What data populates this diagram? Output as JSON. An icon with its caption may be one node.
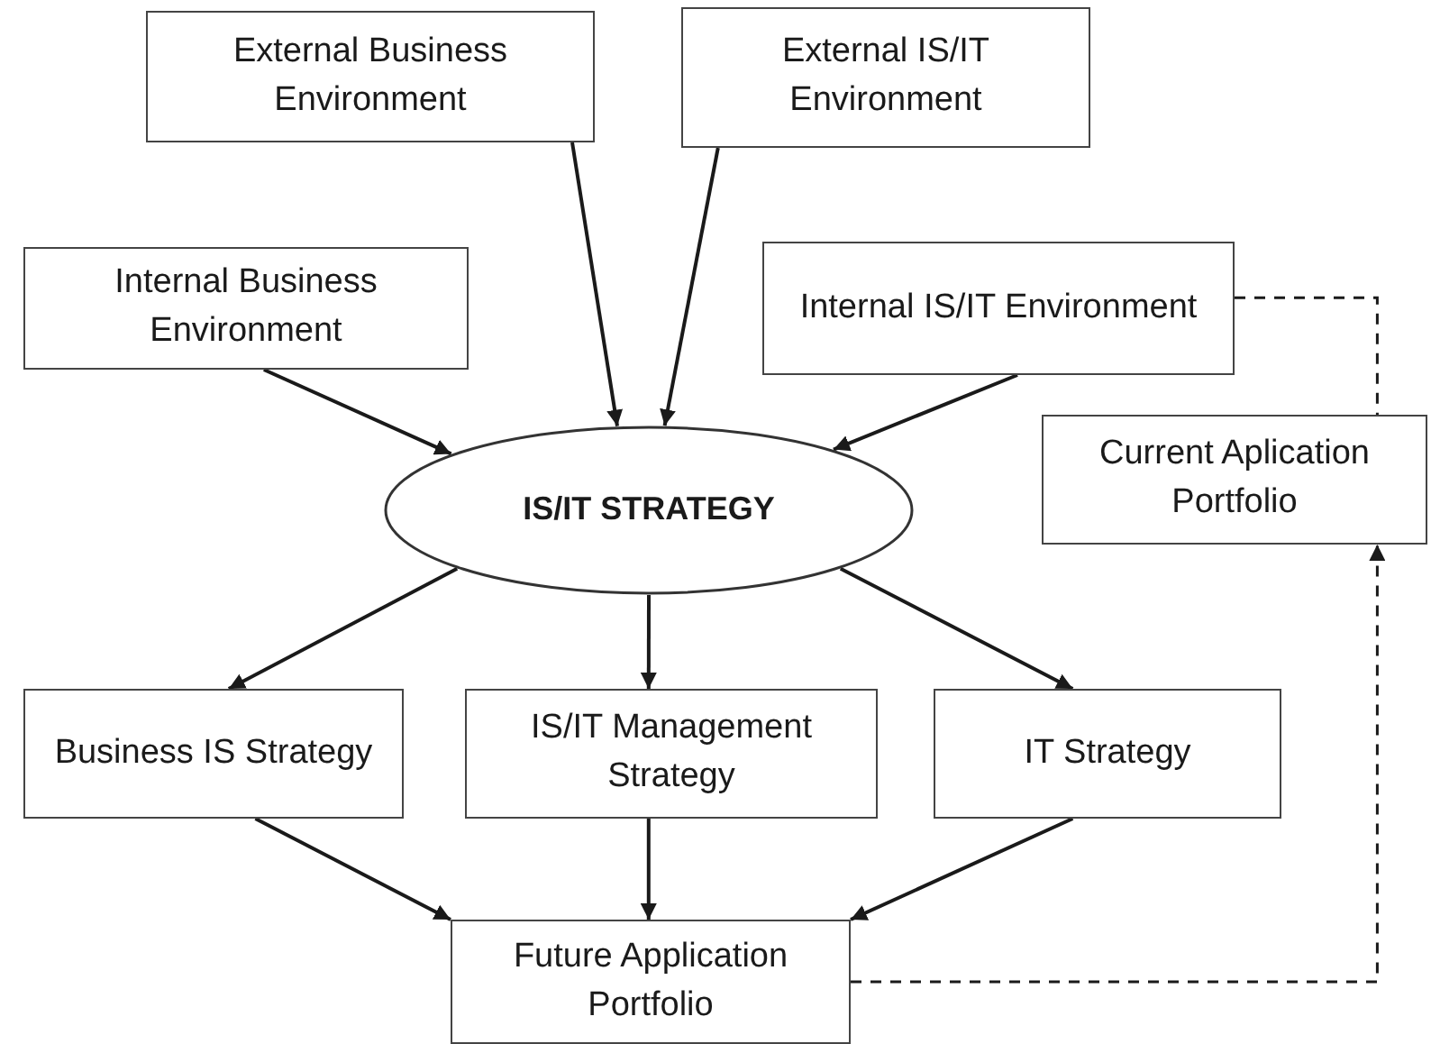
{
  "diagram": {
    "nodes": [
      {
        "text": [
          "External Business Environment"
        ]
      },
      {
        "text": [
          "External IS/IT Environment"
        ]
      },
      {
        "text": [
          "Internal Business Environment"
        ]
      },
      {
        "text": [
          "Internal IS/IT Environment"
        ]
      },
      {
        "text": [
          "IS/IT STRATEGY"
        ]
      },
      {
        "text": [
          "Current Aplication Portfolio"
        ]
      },
      {
        "text": [
          "Business IS Strategy"
        ]
      },
      {
        "text": [
          "IS/IT Management Strategy"
        ]
      },
      {
        "text": [
          "IT Strategy"
        ]
      },
      {
        "text": [
          "Future Application Portfolio"
        ]
      }
    ],
    "edges": [
      {
        "from": 0,
        "to": 4,
        "arrow": "to"
      },
      {
        "from": 1,
        "to": 4,
        "arrow": "to"
      },
      {
        "from": 2,
        "to": 4,
        "arrow": "to"
      },
      {
        "from": 3,
        "to": 4,
        "arrow": "to"
      },
      {
        "from": 3,
        "to": 5,
        "arrow": "none",
        "style": "dashed"
      },
      {
        "from": 4,
        "to": 6,
        "arrow": "to"
      },
      {
        "from": 4,
        "to": 7,
        "arrow": "to"
      },
      {
        "from": 4,
        "to": 8,
        "arrow": "to"
      },
      {
        "from": 6,
        "to": 9,
        "arrow": "to"
      },
      {
        "from": 7,
        "to": 9,
        "arrow": "to"
      },
      {
        "from": 8,
        "to": 9,
        "arrow": "to"
      },
      {
        "from": 9,
        "to": 5,
        "arrow": "to",
        "style": "dashed"
      }
    ]
  }
}
